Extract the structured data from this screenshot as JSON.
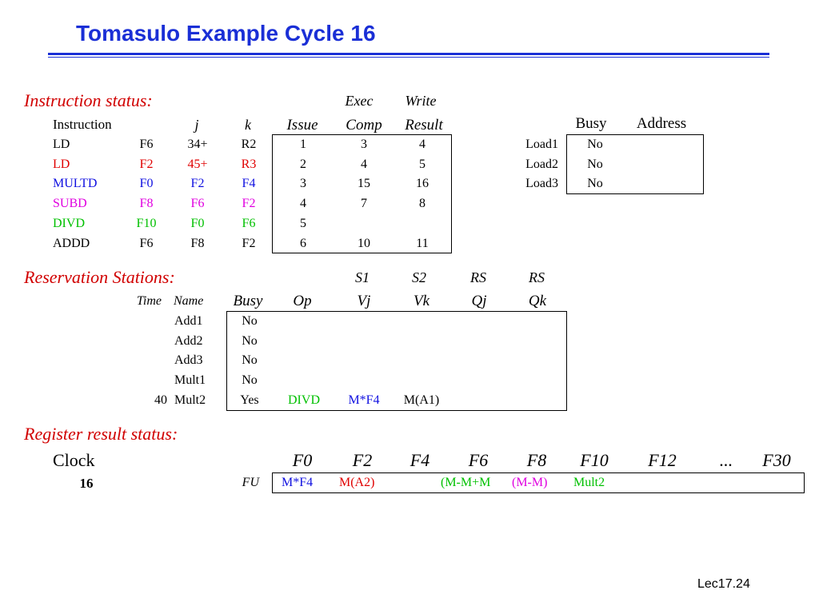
{
  "title": "Tomasulo Example Cycle 16",
  "colors": {
    "title": "#1a2fd6",
    "section": "#d10000",
    "red": "#e00000",
    "blue": "#1010e0",
    "magenta": "#e000e0",
    "green": "#00c000"
  },
  "instruction_status": {
    "label": "Instruction status:",
    "top_headers": {
      "exec": "Exec",
      "write": "Write"
    },
    "headers": {
      "instruction": "Instruction",
      "j": "j",
      "k": "k",
      "issue": "Issue",
      "comp": "Comp",
      "result": "Result"
    },
    "rows": [
      {
        "op": "LD",
        "dest": "F6",
        "j": "34+",
        "k": "R2",
        "issue": "1",
        "comp": "3",
        "result": "4",
        "color": "#000000"
      },
      {
        "op": "LD",
        "dest": "F2",
        "j": "45+",
        "k": "R3",
        "issue": "2",
        "comp": "4",
        "result": "5",
        "color": "#e00000"
      },
      {
        "op": "MULTD",
        "dest": "F0",
        "j": "F2",
        "k": "F4",
        "issue": "3",
        "comp": "15",
        "result": "16",
        "color": "#1010e0"
      },
      {
        "op": "SUBD",
        "dest": "F8",
        "j": "F6",
        "k": "F2",
        "issue": "4",
        "comp": "7",
        "result": "8",
        "color": "#e000e0"
      },
      {
        "op": "DIVD",
        "dest": "F10",
        "j": "F0",
        "k": "F6",
        "issue": "5",
        "comp": "",
        "result": "",
        "color": "#00c000"
      },
      {
        "op": "ADDD",
        "dest": "F6",
        "j": "F8",
        "k": "F2",
        "issue": "6",
        "comp": "10",
        "result": "11",
        "color": "#000000"
      }
    ]
  },
  "load_buffers": {
    "headers": {
      "busy": "Busy",
      "address": "Address"
    },
    "rows": [
      {
        "name": "Load1",
        "busy": "No",
        "address": ""
      },
      {
        "name": "Load2",
        "busy": "No",
        "address": ""
      },
      {
        "name": "Load3",
        "busy": "No",
        "address": ""
      }
    ]
  },
  "reservation_stations": {
    "label": "Reservation Stations:",
    "top_headers": {
      "s1": "S1",
      "s2": "S2",
      "rs1": "RS",
      "rs2": "RS"
    },
    "headers": {
      "time": "Time",
      "name": "Name",
      "busy": "Busy",
      "op": "Op",
      "vj": "Vj",
      "vk": "Vk",
      "qj": "Qj",
      "qk": "Qk"
    },
    "rows": [
      {
        "time": "",
        "name": "Add1",
        "busy": "No",
        "op": "",
        "vj": "",
        "vk": "",
        "qj": "",
        "qk": ""
      },
      {
        "time": "",
        "name": "Add2",
        "busy": "No",
        "op": "",
        "vj": "",
        "vk": "",
        "qj": "",
        "qk": ""
      },
      {
        "time": "",
        "name": "Add3",
        "busy": "No",
        "op": "",
        "vj": "",
        "vk": "",
        "qj": "",
        "qk": ""
      },
      {
        "time": "",
        "name": "Mult1",
        "busy": "No",
        "op": "",
        "vj": "",
        "vk": "",
        "qj": "",
        "qk": ""
      },
      {
        "time": "40",
        "name": "Mult2",
        "busy": "Yes",
        "op": "DIVD",
        "vj": "M*F4",
        "vk": "M(A1)",
        "qj": "",
        "qk": ""
      }
    ]
  },
  "register_status": {
    "label": "Register result status:",
    "clock_label": "Clock",
    "clock_value": "16",
    "fu_label": "FU",
    "registers": [
      "F0",
      "F2",
      "F4",
      "F6",
      "F8",
      "F10",
      "F12",
      "...",
      "F30"
    ],
    "fu_values": [
      "M*F4",
      "M(A2)",
      "",
      "(M-M+M",
      "(M-M)",
      "Mult2",
      "",
      "",
      ""
    ]
  },
  "footer": "Lec17.24"
}
